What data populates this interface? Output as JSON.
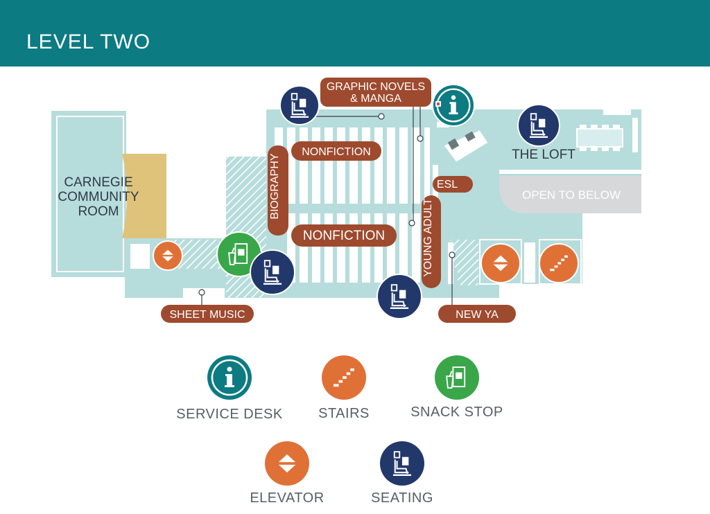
{
  "header": {
    "title": "LEVEL TWO"
  },
  "rooms": {
    "carnegie": [
      "CARNEGIE",
      "COMMUNITY",
      "ROOM"
    ],
    "the_loft": "THE LOFT",
    "open_to_below": "OPEN TO BELOW"
  },
  "labels": {
    "graphic_novels": [
      "GRAPHIC NOVELS",
      "& MANGA"
    ],
    "nonfiction_top": "NONFICTION",
    "nonfiction_main": "NONFICTION",
    "biography": "BIOGRAPHY",
    "esl": "ESL",
    "young_adult": "YOUNG ADULT",
    "new_ya": "NEW YA",
    "sheet_music": "SHEET MUSIC"
  },
  "legend": {
    "service_desk": "SERVICE DESK",
    "stairs": "STAIRS",
    "snack_stop": "SNACK STOP",
    "elevator": "ELEVATOR",
    "seating": "SEATING"
  },
  "colors": {
    "header": "#0c7b82",
    "floor": "#b7dcdc",
    "label": "#9e4a2e",
    "service_desk": "#0c7b82",
    "stairs": "#e07136",
    "elevator": "#e07136",
    "snack_stop": "#3aa64a",
    "seating": "#22386b",
    "room_gold": "#dfc37a",
    "open_to_below": "#d6d8d9"
  },
  "icons": {
    "service_desk": "info-icon",
    "stairs": "stairs-icon",
    "snack_stop": "snack-icon",
    "elevator": "elevator-icon",
    "seating": "seating-icon"
  }
}
